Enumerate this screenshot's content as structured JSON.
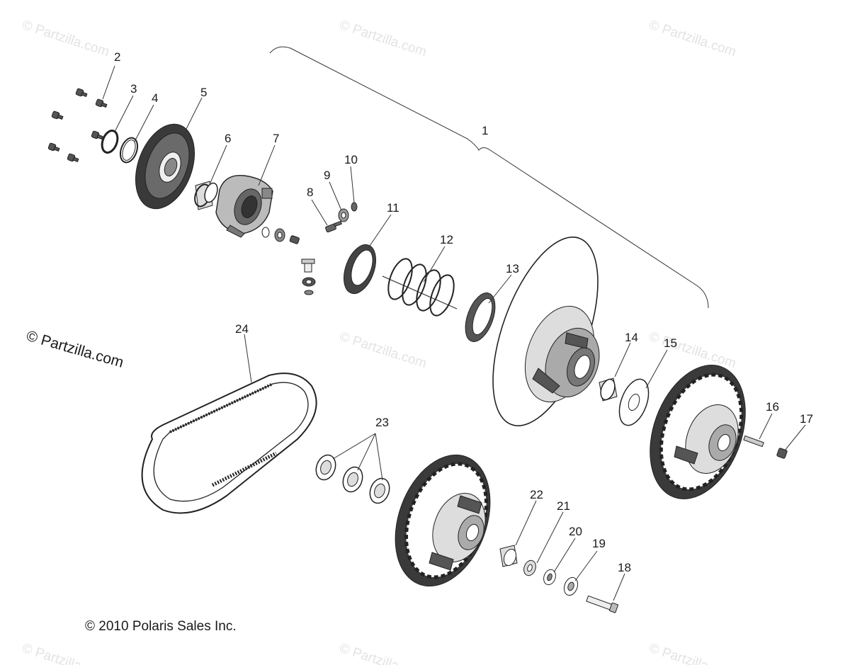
{
  "watermark": "© Partzilla.com",
  "watermark_main": "© Partzilla.com",
  "copyright": "© 2010 Polaris Sales Inc.",
  "callouts": [
    "1",
    "2",
    "3",
    "4",
    "5",
    "6",
    "7",
    "8",
    "9",
    "10",
    "11",
    "12",
    "13",
    "14",
    "15",
    "16",
    "17",
    "18",
    "19",
    "20",
    "21",
    "22",
    "23",
    "24"
  ],
  "colors": {
    "ink": "#222222",
    "watermark": "#e3e3e3"
  }
}
